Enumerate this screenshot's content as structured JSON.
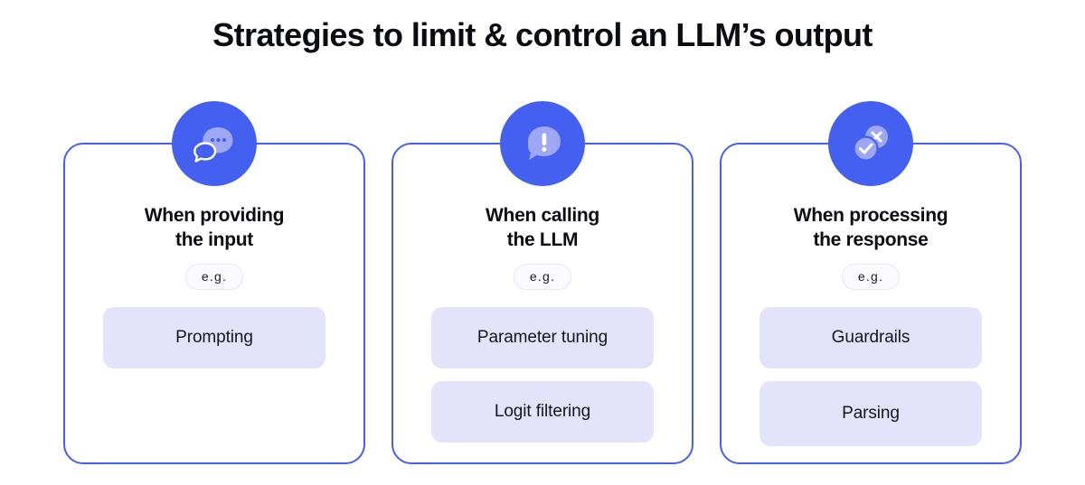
{
  "title": "Strategies to limit & control an LLM’s output",
  "colors": {
    "accent_blue": "#4460F1",
    "icon_light": "#9DA7F5",
    "pill_bg": "#E3E4FB",
    "eg_border": "#E4E5FB",
    "text": "#0B0B12",
    "background": "#FFFFFF"
  },
  "cards": [
    {
      "icon": "chat-bubbles-icon",
      "heading": "When providing\nthe input",
      "eg_label": "e.g.",
      "examples": [
        "Prompting"
      ]
    },
    {
      "icon": "alert-bubble-icon",
      "heading": "When calling\nthe LLM",
      "eg_label": "e.g.",
      "examples": [
        "Parameter tuning",
        "Logit filtering"
      ]
    },
    {
      "icon": "check-cross-circles-icon",
      "heading": "When processing\nthe response",
      "eg_label": "e.g.",
      "examples": [
        "Guardrails",
        "Parsing"
      ]
    }
  ]
}
